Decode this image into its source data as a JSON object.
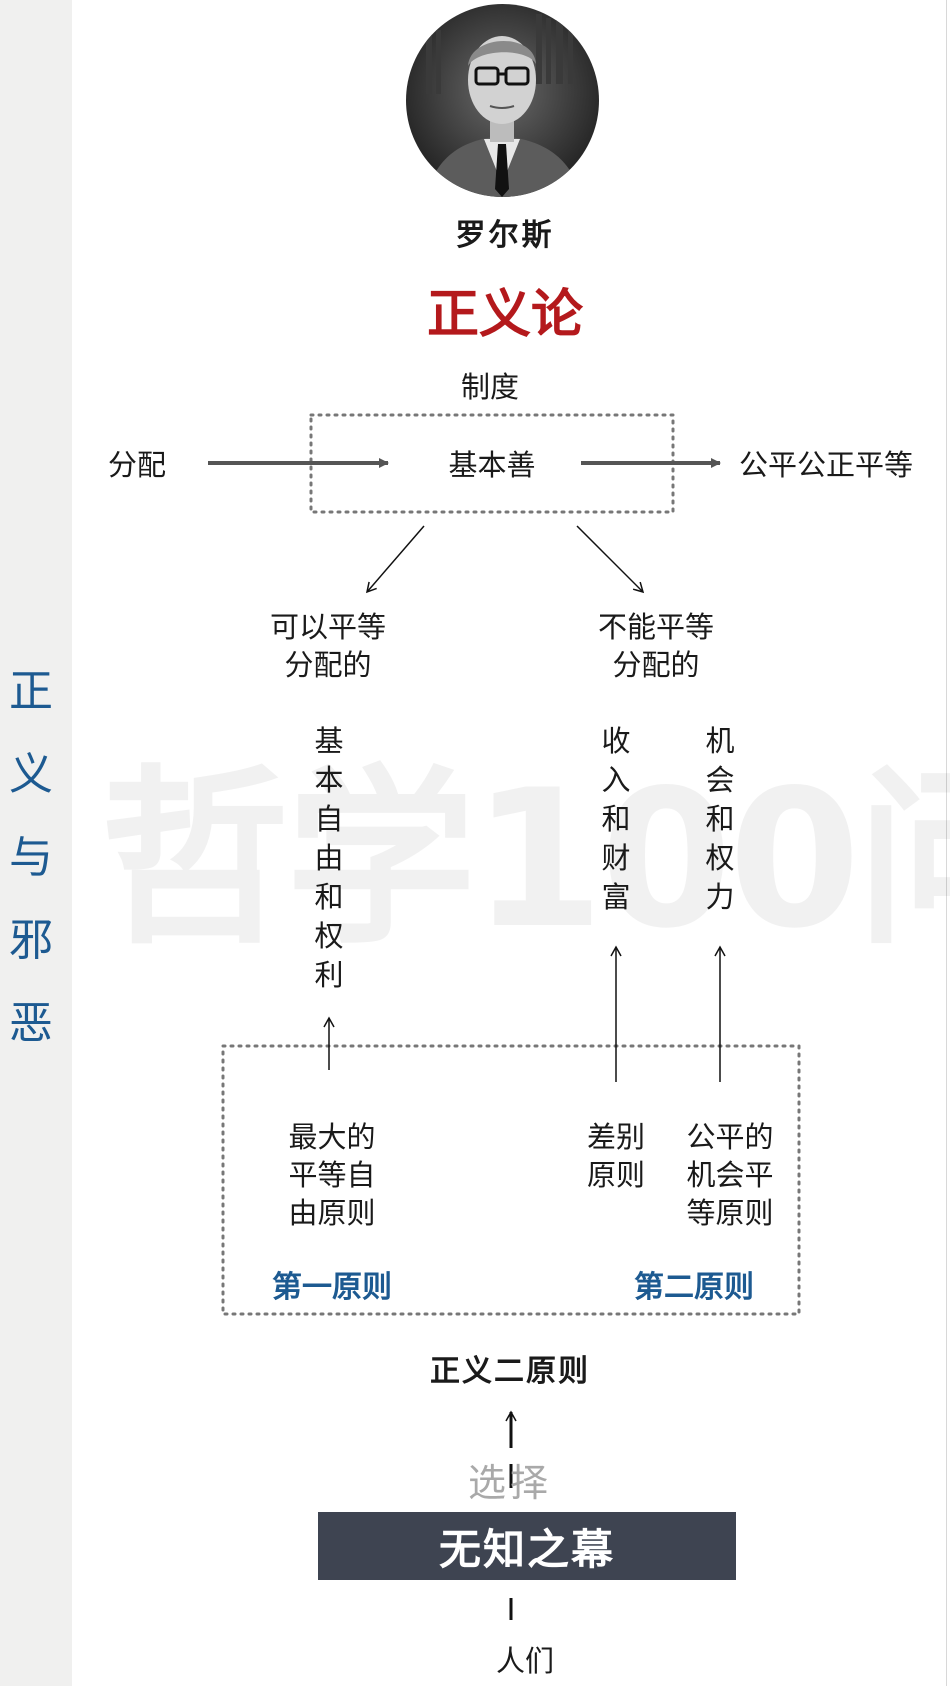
{
  "sidebar": {
    "chars": [
      "正",
      "义",
      "与",
      "邪",
      "恶"
    ]
  },
  "watermark": "哲学100问",
  "portrait": {
    "name": "罗尔斯"
  },
  "title": "正义论",
  "top": {
    "institution": "制度",
    "distribution": "分配",
    "basic_goods": "基本善",
    "fairness": "公平公正平等"
  },
  "branches": {
    "equal": [
      "可以平等",
      "分配的"
    ],
    "unequal": [
      "不能平等",
      "分配的"
    ]
  },
  "columns": {
    "liberty": [
      "基",
      "本",
      "自",
      "由",
      "和",
      "权",
      "利"
    ],
    "wealth": [
      "收",
      "入",
      "和",
      "财",
      "富"
    ],
    "power": [
      "机",
      "会",
      "和",
      "权",
      "力"
    ]
  },
  "principles": {
    "max_liberty": [
      "最大的",
      "平等自",
      "由原则"
    ],
    "difference": [
      "差别",
      "原则"
    ],
    "opportunity": [
      "公平的",
      "机会平",
      "等原则"
    ],
    "first": "第一原则",
    "second": "第二原则"
  },
  "two_principles": "正义二原则",
  "choose": "选择",
  "veil": "无知之幕",
  "people": "人们"
}
